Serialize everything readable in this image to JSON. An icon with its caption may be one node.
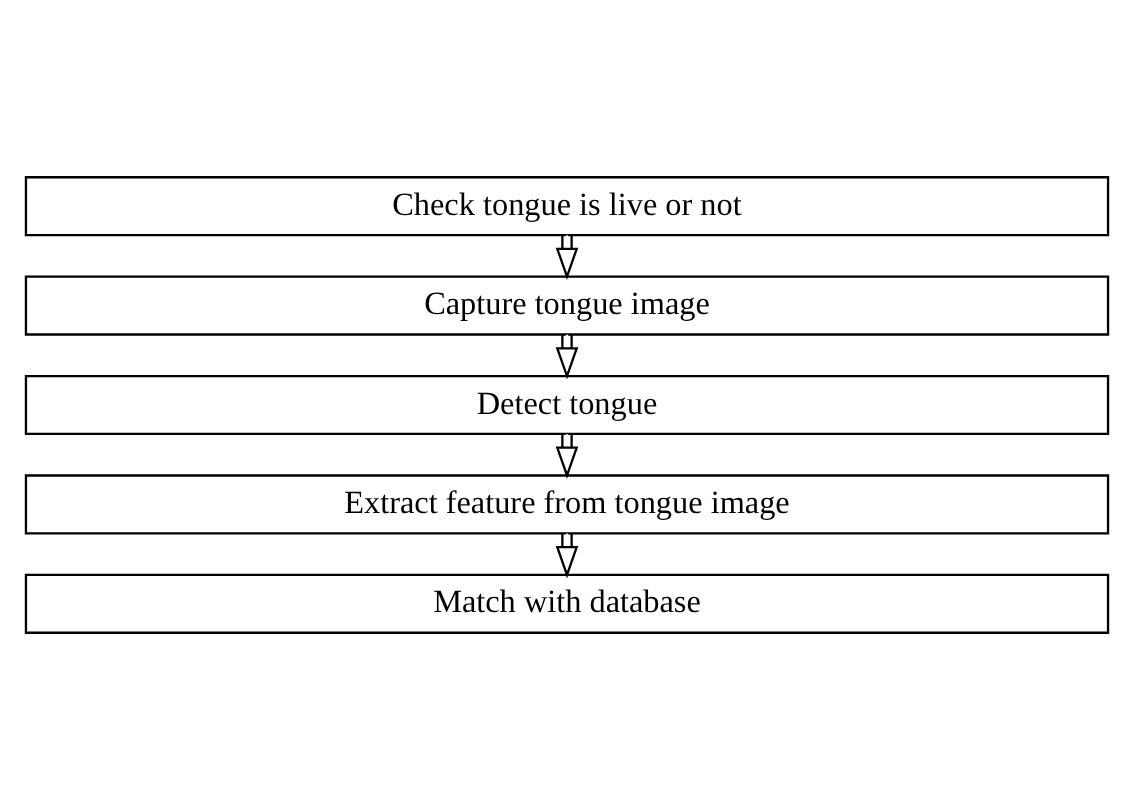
{
  "diagram": {
    "nodes": [
      {
        "text": [
          "Check tongue is live or not"
        ]
      },
      {
        "text": [
          "Capture tongue image"
        ]
      },
      {
        "text": [
          "Detect tongue"
        ]
      },
      {
        "text": [
          "Extract feature from tongue image"
        ]
      },
      {
        "text": [
          "Match with database"
        ]
      }
    ],
    "edges": [
      {
        "from": 0,
        "to": 1,
        "arrow": "to"
      },
      {
        "from": 1,
        "to": 2,
        "arrow": "to"
      },
      {
        "from": 2,
        "to": 3,
        "arrow": "to"
      },
      {
        "from": 3,
        "to": 4,
        "arrow": "to"
      }
    ]
  }
}
